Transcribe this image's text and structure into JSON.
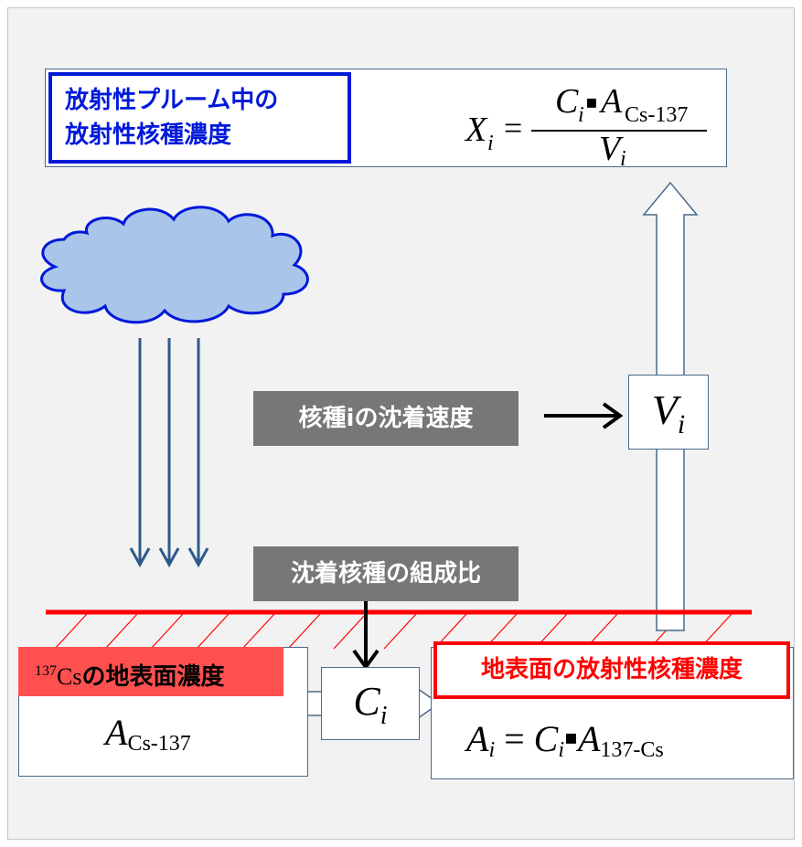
{
  "plume": {
    "label_line1": "放射性プルーム中の",
    "label_line2": "放射性核種濃度",
    "formula": {
      "lhs": "X",
      "lhs_sub": "i",
      "num_c": "C",
      "num_c_sub": "i",
      "dot": "▪",
      "num_a": "A",
      "num_a_sub": "Cs-137",
      "den": "V",
      "den_sub": "i",
      "eq": "="
    }
  },
  "deposition_velocity": {
    "label": "核種iの沈着速度",
    "symbol": "V",
    "symbol_sub": "i"
  },
  "composition": {
    "label": "沈着核種の組成比",
    "symbol": "C",
    "symbol_sub": "i"
  },
  "cs_ground": {
    "label_sup": "137",
    "label_cs": "Cs",
    "label_rest": "の地表面濃度",
    "symbol": "A",
    "symbol_sub": "Cs-137"
  },
  "nuclide_ground": {
    "label": "地表面の放射性核種濃度",
    "formula": {
      "lhs": "A",
      "lhs_sub": "i",
      "eq": "=",
      "c": "C",
      "c_sub": "i",
      "dot": "▪",
      "a": "A",
      "a_sub": "137-Cs"
    }
  },
  "colors": {
    "plume_border": "#0019d9",
    "ground_line": "#ff0000",
    "cs_label_bg": "#ff5050",
    "gray_label_bg": "#777777",
    "cloud_fill": "#a9c6ea",
    "cloud_stroke": "#0019d9",
    "rain_arrow": "#2e5a8a"
  }
}
